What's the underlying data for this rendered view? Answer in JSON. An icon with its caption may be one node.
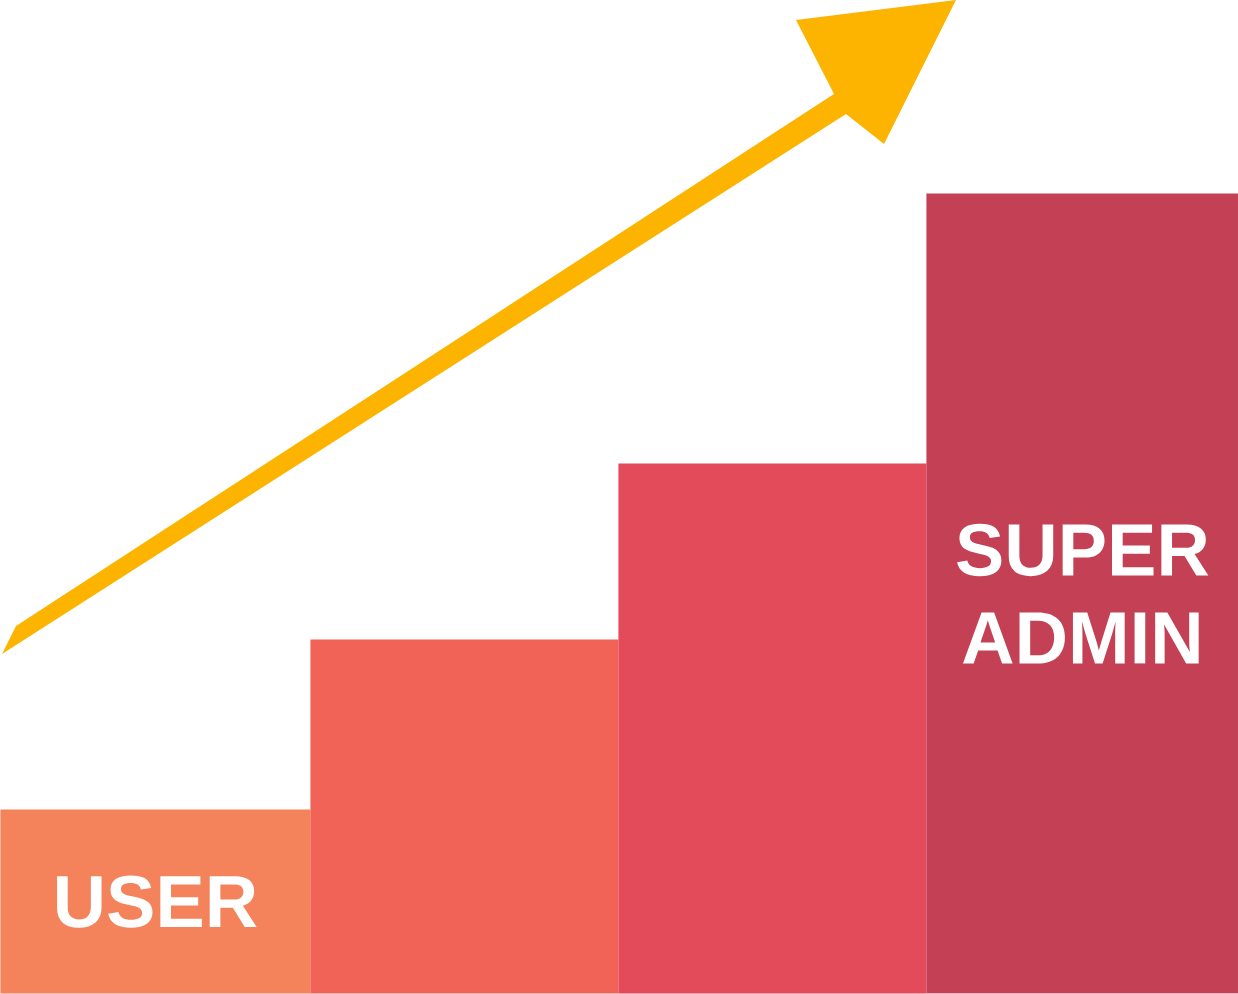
{
  "diagram": {
    "nodes": [
      {
        "text": [
          "USER"
        ]
      },
      {
        "text": [],
        "shape": "bar"
      },
      {
        "text": [],
        "shape": "bar"
      },
      {
        "text": [
          "SUPER ADMIN"
        ]
      }
    ]
  }
}
